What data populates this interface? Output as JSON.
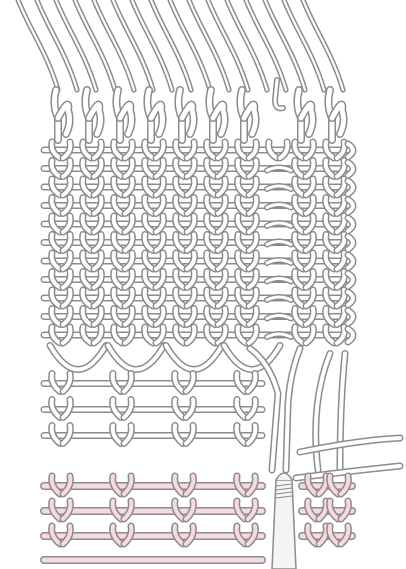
{
  "colors": {
    "background": "#ffffff",
    "outline": "#8c8c8c",
    "yarn": "#ffffff",
    "pink_yarn": "#f7dadd",
    "needle": "#f4f4f4"
  },
  "illustration": {
    "subject": "knitting-swatch-on-pins",
    "pin_columns": 10,
    "plain_rows": 11,
    "lower_rows": 3,
    "pink_rows": 3,
    "empty_pin_index": 7,
    "knitting_needle": true
  }
}
